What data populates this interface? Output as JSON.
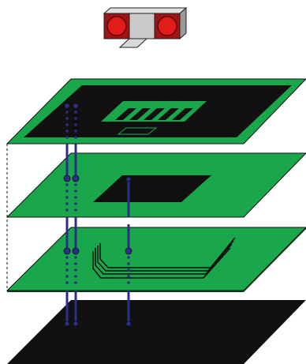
{
  "figure": {
    "component": "dual-led-sensor-package",
    "component_colors": {
      "body": "#c9c9c9",
      "body_shade": "#8f8f8f",
      "led": "#e21b1b",
      "led_rim": "#7a0f0f",
      "pin": "#d9d9d9"
    },
    "layers": [
      {
        "name": "top-signal-layer",
        "color": "#1aa64a",
        "features": [
          "copper-pour",
          "connector-pads",
          "via-stack"
        ]
      },
      {
        "name": "inner-layer-1",
        "color": "#1aa64a",
        "features": [
          "plane-cutout",
          "via-stack"
        ]
      },
      {
        "name": "inner-layer-2",
        "color": "#1aa64a",
        "features": [
          "routed-traces",
          "via-stack"
        ]
      },
      {
        "name": "bottom-layer",
        "color": "#111111",
        "features": [
          "ground-plane"
        ]
      }
    ],
    "colors": {
      "board": "#1aa64a",
      "board_edge": "#0b3d1c",
      "copper": "#111111",
      "via": "#2b2f8a",
      "outline": "#111111"
    }
  }
}
